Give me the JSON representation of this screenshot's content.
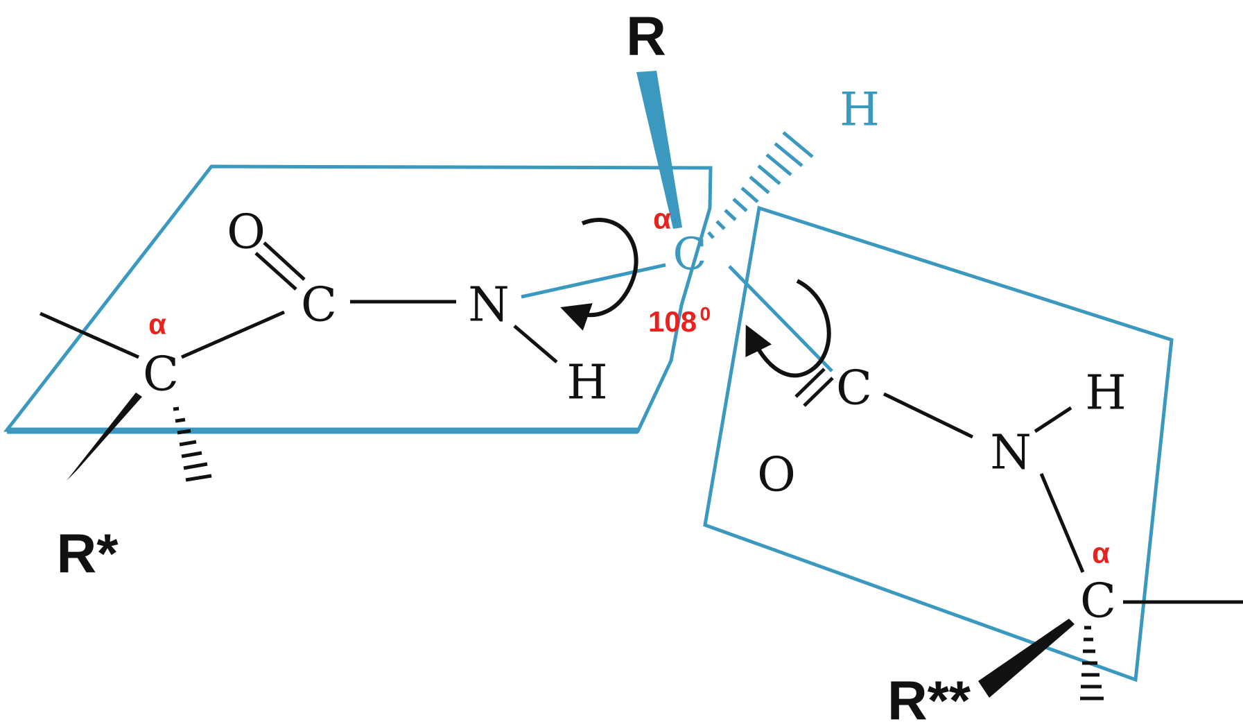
{
  "colors": {
    "plane": "#3b98bf",
    "bond": "#111111",
    "blue_atom": "#3b98bf",
    "annotation": "#e8231f"
  },
  "labels": {
    "R": "R",
    "R_star": "R*",
    "R_double_star": "R**"
  },
  "atoms": {
    "c_left": "C",
    "c_carbonyl_1": "C",
    "o_1": "O",
    "n_1": "N",
    "h_n1": "H",
    "c_alpha_center": "C",
    "h_top": "H",
    "c_carbonyl_2": "C",
    "o_2": "O",
    "n_2": "N",
    "h_n2": "H",
    "c_right": "C"
  },
  "annotations": {
    "alpha_left": "α",
    "alpha_center": "α",
    "alpha_right": "α",
    "angle_value": "108",
    "angle_unit": "0"
  }
}
